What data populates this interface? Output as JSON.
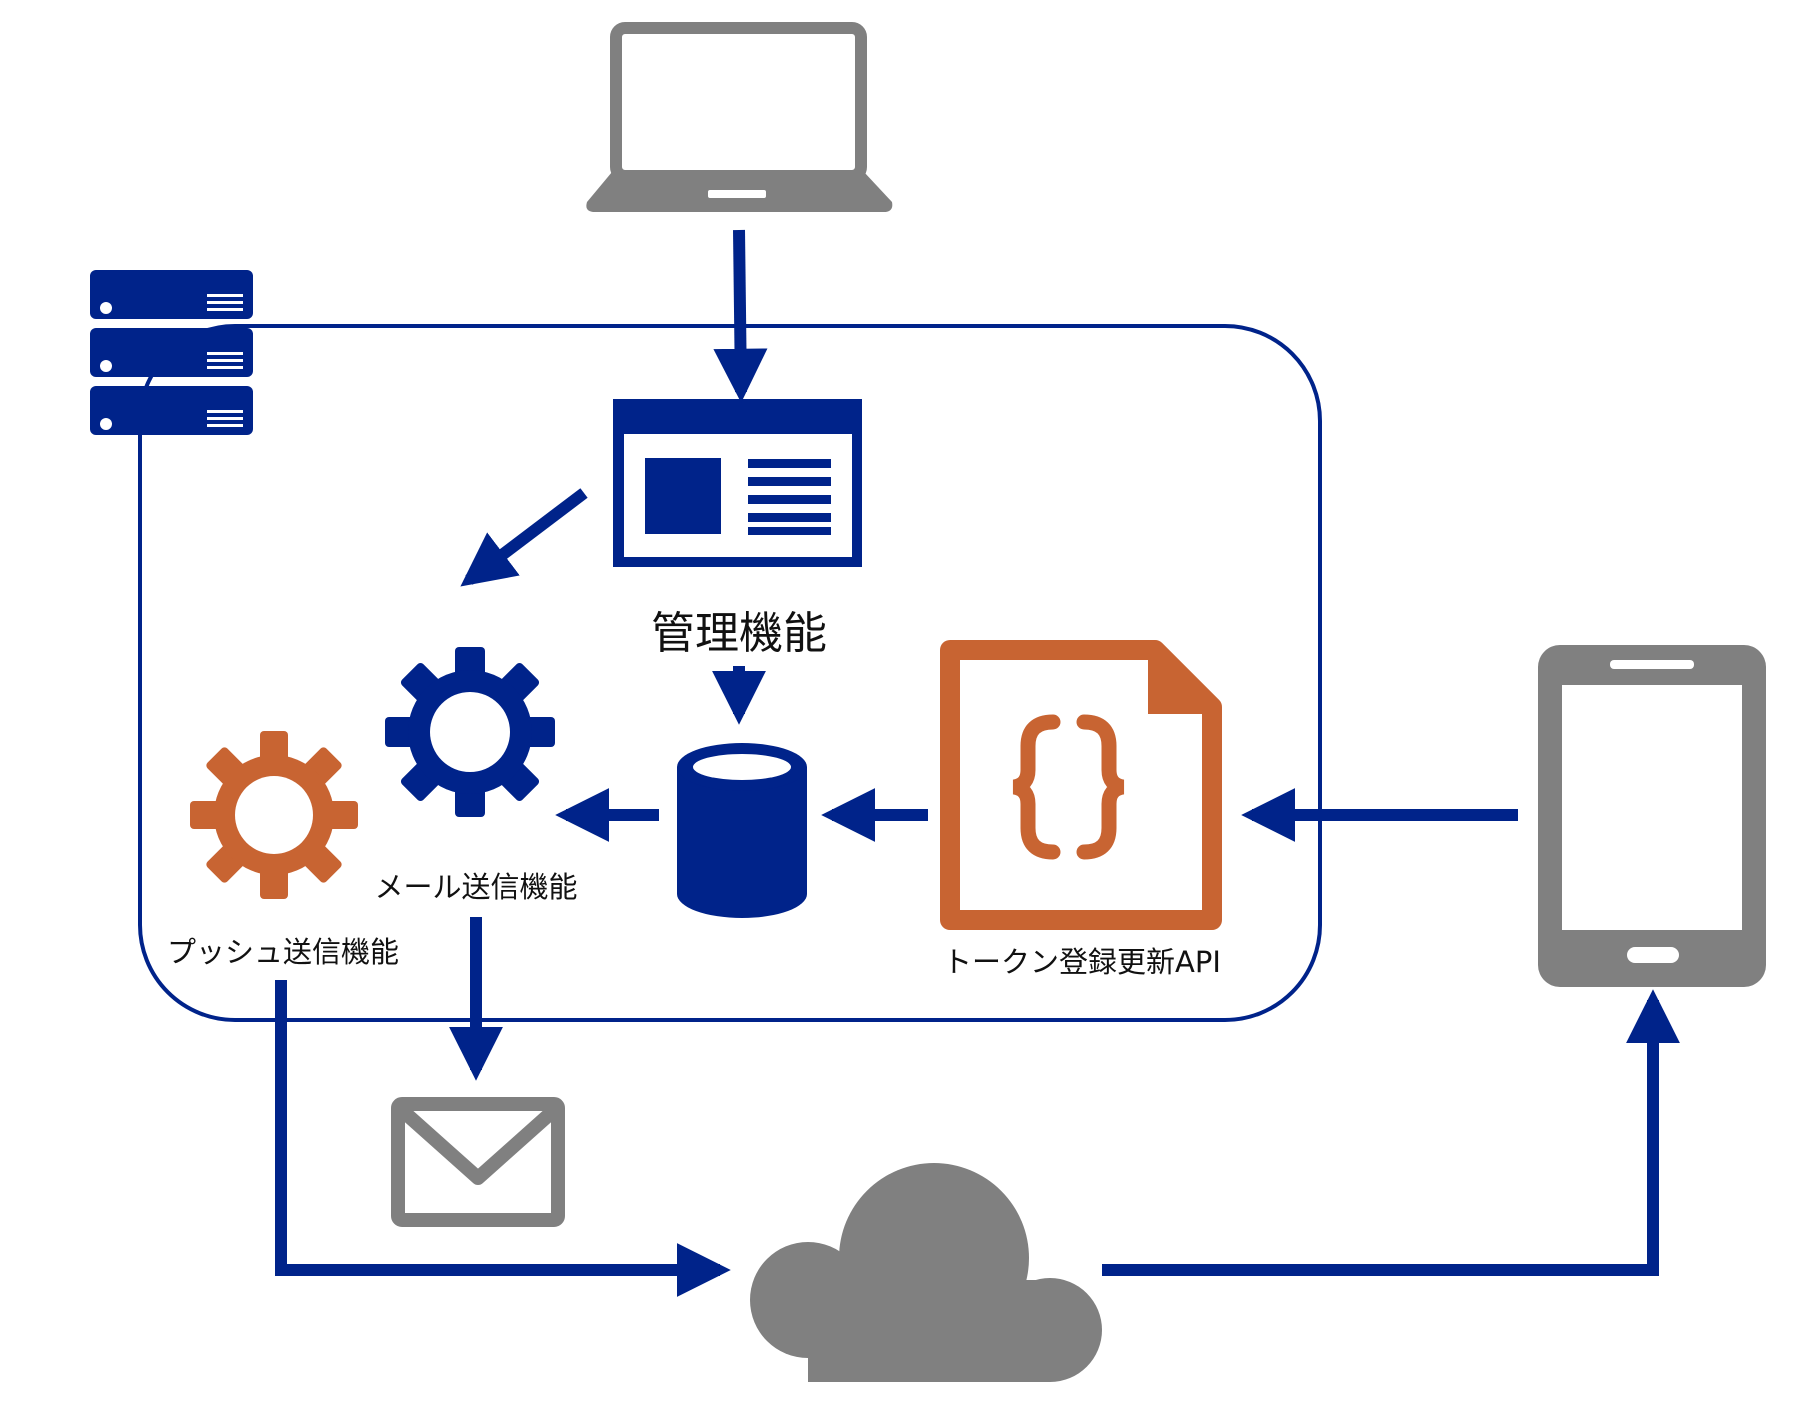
{
  "labels": {
    "admin": "管理機能",
    "mail_sender": "メール送信機能",
    "push_sender": "プッシュ送信機能",
    "token_api": "トークン登録更新API"
  },
  "icons": {
    "laptop": "laptop-icon",
    "server": "server-stack-icon",
    "admin_screen": "browser-window-icon",
    "database": "database-icon",
    "mail_gear": "gear-icon",
    "push_gear": "gear-icon",
    "api_file": "json-file-icon",
    "smartphone": "smartphone-icon",
    "mail": "envelope-icon",
    "cloud": "cloud-icon"
  },
  "colors": {
    "navy": "#00238A",
    "orange": "#C86432",
    "gray": "#808080"
  }
}
